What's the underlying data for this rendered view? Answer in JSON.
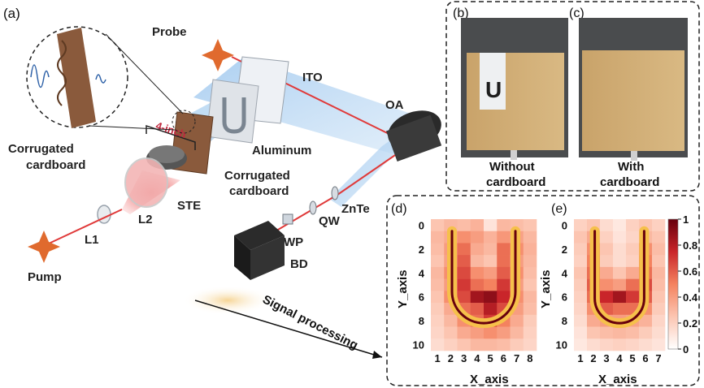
{
  "panels": {
    "a": "(a)",
    "b": "(b)",
    "c": "(c)",
    "d": "(d)",
    "e": "(e)"
  },
  "labels": {
    "probe": "Probe",
    "ito": "ITO",
    "oa": "OA",
    "aluminum": "Aluminum",
    "corrugated_top": "Corrugated",
    "corrugated_top2": "cardboard",
    "corrugated_mid": "Corrugated",
    "corrugated_mid2": "cardboard",
    "four_inch": "4-inch",
    "ste": "STE",
    "l1": "L1",
    "l2": "L2",
    "pump": "Pump",
    "znte": "ZnTe",
    "qw": "QW",
    "wp": "WP",
    "bd": "BD",
    "signal": "Signal processing",
    "without1": "Without",
    "without2": "cardboard",
    "with1": "With",
    "with2": "cardboard",
    "photo_letter": "U"
  },
  "heatmaps": {
    "xlabel": "X_axis",
    "ylabel": "Y_axis",
    "y_ticks": [
      "0",
      "2",
      "4",
      "6",
      "8",
      "10"
    ],
    "d_x_ticks": [
      "1",
      "2",
      "3",
      "4",
      "5",
      "6",
      "7",
      "8"
    ],
    "e_x_ticks": [
      "1",
      "2",
      "3",
      "4",
      "5",
      "6",
      "7"
    ],
    "colorbar_ticks": [
      "1",
      "0.8",
      "0.6",
      "0.4",
      "0.2",
      "0"
    ],
    "colors": {
      "low": "#ffffff",
      "high": "#67000d",
      "outline": "#f6c04b"
    }
  },
  "chart_data": [
    {
      "type": "heatmap",
      "panel": "(d)",
      "xlabel": "X_axis",
      "ylabel": "Y_axis",
      "x": [
        1,
        2,
        3,
        4,
        5,
        6,
        7,
        8
      ],
      "y": [
        0,
        1,
        2,
        3,
        4,
        5,
        6,
        7,
        8,
        9,
        10
      ],
      "values": [
        [
          0.25,
          0.3,
          0.28,
          0.32,
          0.12,
          0.3,
          0.28,
          0.25
        ],
        [
          0.3,
          0.35,
          0.45,
          0.4,
          0.32,
          0.42,
          0.38,
          0.3
        ],
        [
          0.28,
          0.4,
          0.55,
          0.35,
          0.3,
          0.55,
          0.45,
          0.32
        ],
        [
          0.25,
          0.38,
          0.6,
          0.3,
          0.25,
          0.55,
          0.4,
          0.3
        ],
        [
          0.3,
          0.45,
          0.65,
          0.45,
          0.4,
          0.6,
          0.45,
          0.28
        ],
        [
          0.28,
          0.4,
          0.7,
          0.55,
          0.5,
          0.7,
          0.4,
          0.25
        ],
        [
          0.25,
          0.45,
          0.65,
          0.85,
          0.9,
          0.75,
          0.45,
          0.3
        ],
        [
          0.22,
          0.35,
          0.55,
          0.6,
          0.8,
          0.65,
          0.4,
          0.28
        ],
        [
          0.2,
          0.3,
          0.45,
          0.55,
          0.7,
          0.5,
          0.35,
          0.22
        ],
        [
          0.18,
          0.25,
          0.35,
          0.4,
          0.45,
          0.4,
          0.3,
          0.2
        ],
        [
          0.15,
          0.2,
          0.25,
          0.3,
          0.3,
          0.28,
          0.22,
          0.18
        ]
      ],
      "colorbar_range": [
        0,
        1
      ]
    },
    {
      "type": "heatmap",
      "panel": "(e)",
      "xlabel": "X_axis",
      "ylabel": "Y_axis",
      "x": [
        1,
        2,
        3,
        4,
        5,
        6,
        7
      ],
      "y": [
        0,
        1,
        2,
        3,
        4,
        5,
        6,
        7,
        8,
        9,
        10
      ],
      "values": [
        [
          0.2,
          0.25,
          0.15,
          0.1,
          0.2,
          0.25,
          0.2
        ],
        [
          0.25,
          0.35,
          0.2,
          0.12,
          0.18,
          0.3,
          0.25
        ],
        [
          0.22,
          0.45,
          0.25,
          0.15,
          0.22,
          0.45,
          0.28
        ],
        [
          0.2,
          0.5,
          0.22,
          0.15,
          0.2,
          0.5,
          0.25
        ],
        [
          0.25,
          0.55,
          0.35,
          0.25,
          0.35,
          0.55,
          0.3
        ],
        [
          0.22,
          0.6,
          0.45,
          0.4,
          0.55,
          0.65,
          0.28
        ],
        [
          0.2,
          0.55,
          0.75,
          0.85,
          0.7,
          0.6,
          0.25
        ],
        [
          0.18,
          0.45,
          0.6,
          0.55,
          0.55,
          0.45,
          0.22
        ],
        [
          0.15,
          0.35,
          0.4,
          0.4,
          0.38,
          0.32,
          0.18
        ],
        [
          0.12,
          0.25,
          0.28,
          0.3,
          0.28,
          0.22,
          0.15
        ],
        [
          0.1,
          0.15,
          0.18,
          0.2,
          0.18,
          0.15,
          0.12
        ]
      ],
      "colorbar_range": [
        0,
        1
      ]
    }
  ]
}
